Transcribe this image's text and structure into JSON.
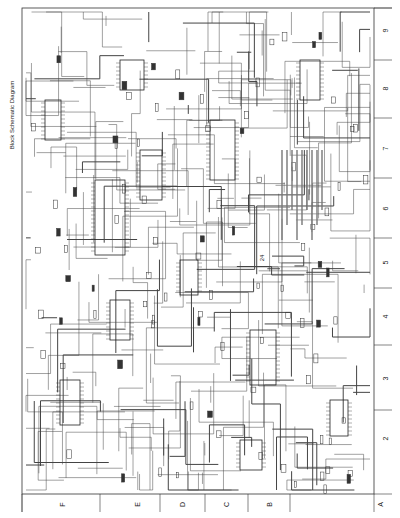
{
  "diagram": {
    "labels": [
      "Block Schematic Diagram",
      "F",
      "E",
      "D",
      "C",
      "B",
      "A",
      "9",
      "8",
      "7",
      "6",
      "5",
      "4",
      "3",
      "2",
      "24"
    ]
  }
}
